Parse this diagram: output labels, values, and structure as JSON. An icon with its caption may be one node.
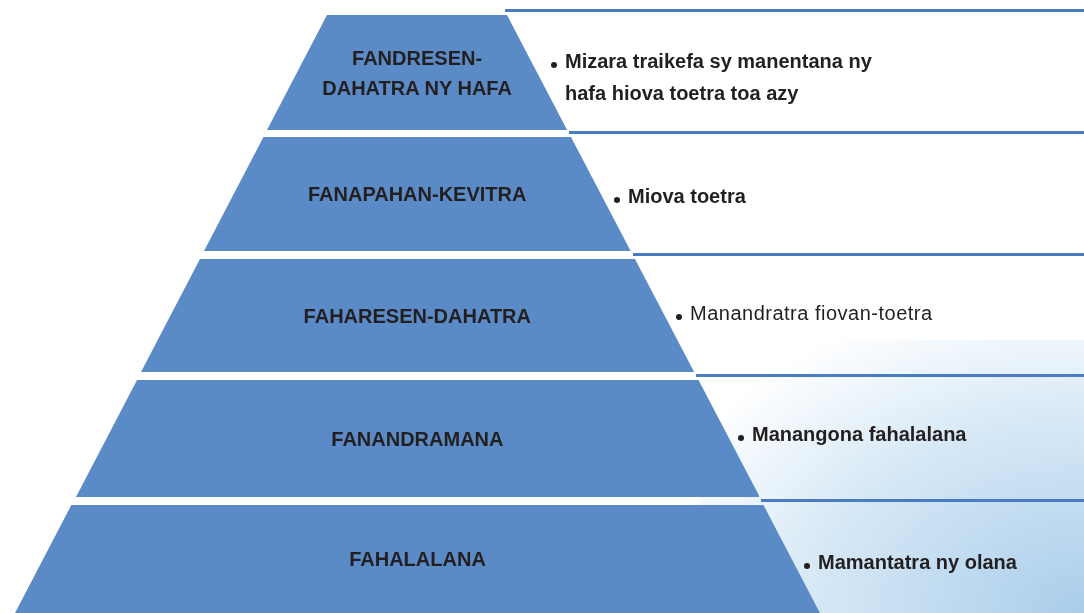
{
  "diagram": {
    "nodes": [
      {
        "text": [
          "FANDRESEN- DAHATRA NY HAFA"
        ],
        "beside": [
          "Mizara traikefa sy manentana ny hafa hiova toetra toa azy"
        ]
      },
      {
        "text": [
          "FANAPAHAN-KEVITRA"
        ],
        "beside": [
          "Miova toetra"
        ]
      },
      {
        "text": [
          "FAHARESEN-DAHATRA"
        ],
        "beside": [
          "Manandratra fiovan-toetra"
        ]
      },
      {
        "text": [
          "FANANDRAMANA"
        ],
        "beside": [
          "Manangona fahalalana"
        ]
      },
      {
        "text": [
          "FAHALALANA"
        ],
        "beside": [
          "Mamantatra ny olana"
        ]
      }
    ]
  }
}
